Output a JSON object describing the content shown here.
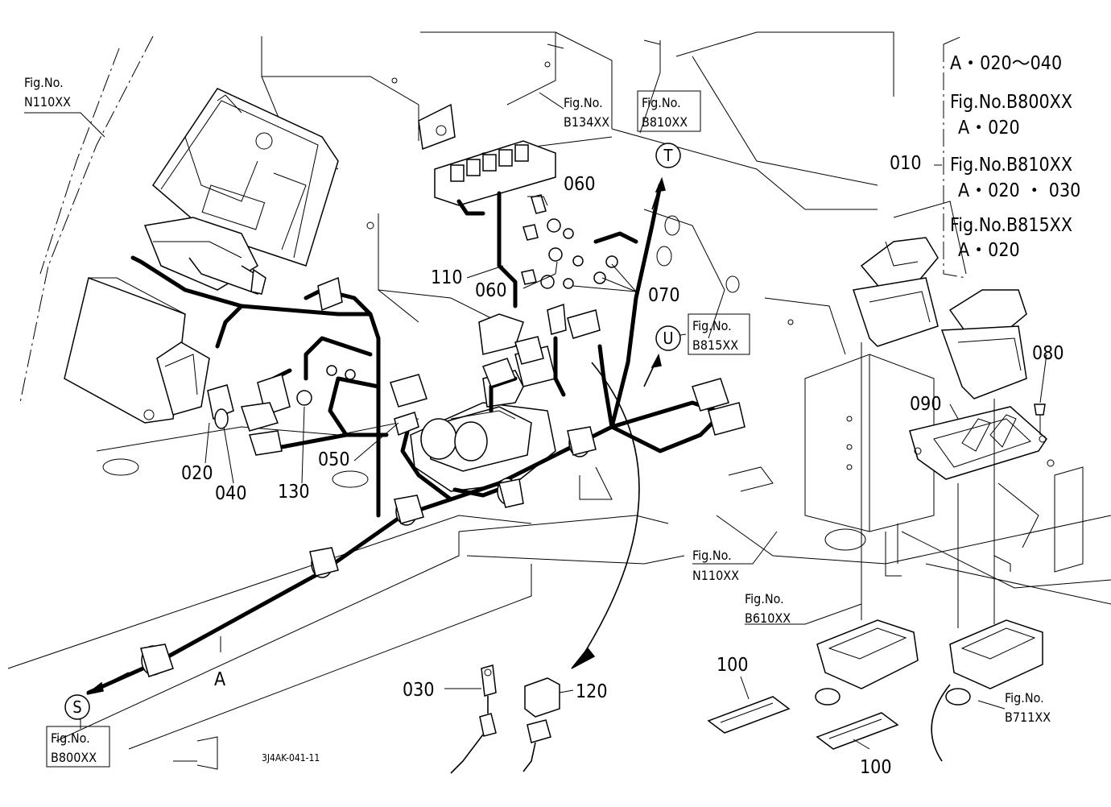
{
  "drawing_code": "3J4AK-041-11",
  "fig_refs": {
    "n110_top": {
      "line1": "Fig.No.",
      "line2": "N110XX"
    },
    "b134": {
      "line1": "Fig.No.",
      "line2": "B134XX"
    },
    "b810": {
      "line1": "Fig.No.",
      "line2": "B810XX"
    },
    "b815": {
      "line1": "Fig.No.",
      "line2": "B815XX"
    },
    "n110_mid": {
      "line1": "Fig.No.",
      "line2": "N110XX"
    },
    "b610": {
      "line1": "Fig.No.",
      "line2": "B610XX"
    },
    "b711": {
      "line1": "Fig.No.",
      "line2": "B711XX"
    },
    "b800": {
      "line1": "Fig.No.",
      "line2": "B800XX"
    }
  },
  "circles": {
    "t": "T",
    "u": "U",
    "s": "S"
  },
  "parts": {
    "p010": "010",
    "p020": "020",
    "p030": "030",
    "p040": "040",
    "p050": "050",
    "p060a": "060",
    "p060b": "060",
    "p070": "070",
    "p080": "080",
    "p090": "090",
    "p100a": "100",
    "p100b": "100",
    "p110": "110",
    "p120": "120",
    "p130": "130",
    "pA": "A"
  },
  "spec": {
    "l1": "A・020～040",
    "l2": "Fig.No.B800XX",
    "l3": "A・020",
    "l4": "Fig.No.B810XX",
    "l5": "A・020 ・ 030",
    "l6": "Fig.No.B815XX",
    "l7": "A・020"
  }
}
